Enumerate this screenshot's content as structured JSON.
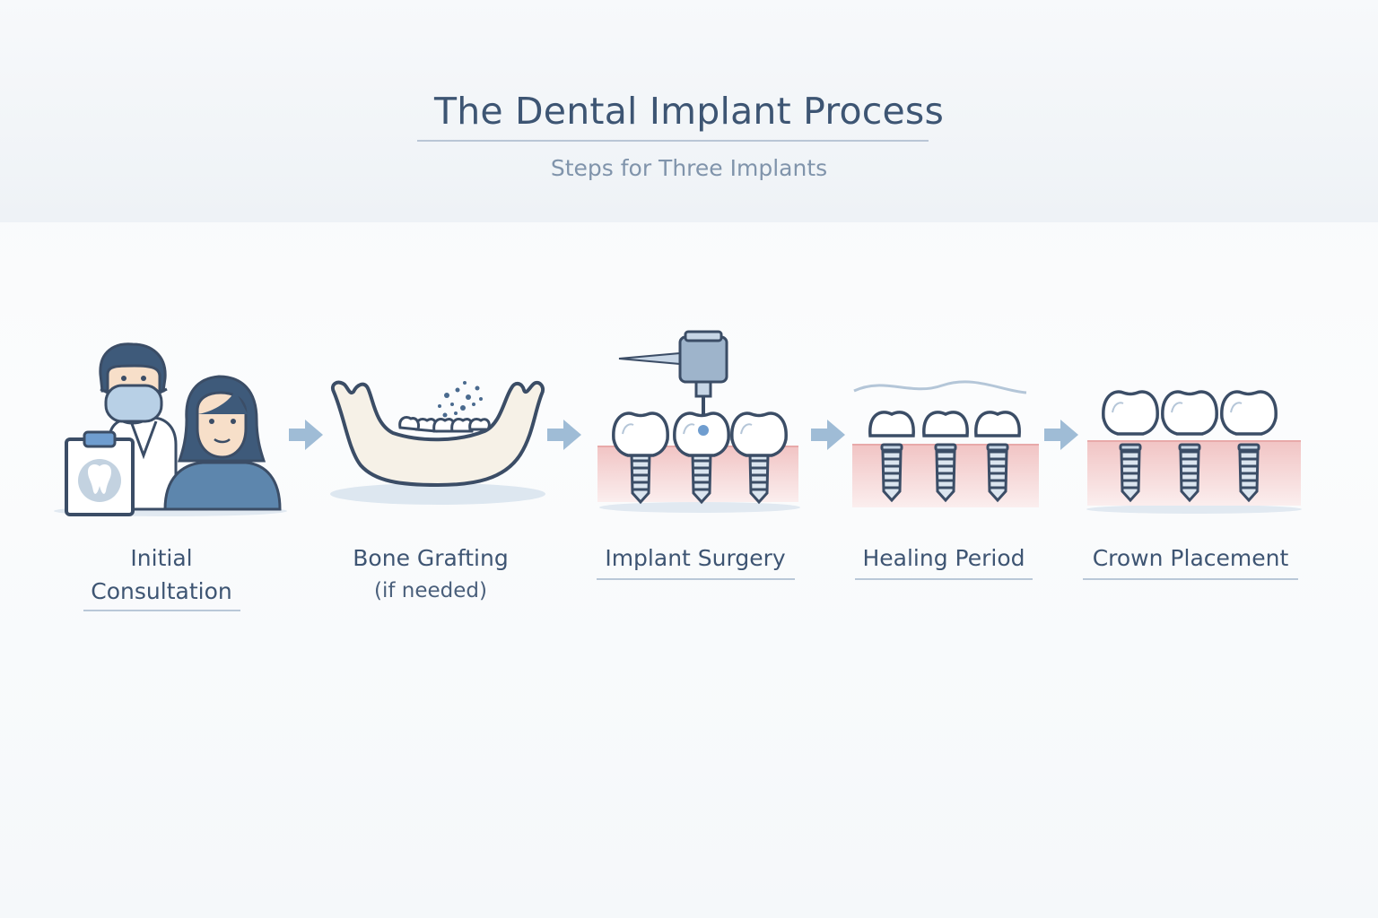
{
  "title": "The Dental Implant Process",
  "subtitle": "Steps for Three Implants",
  "steps": [
    {
      "label_line1": "Initial",
      "label_line2": "Consultation",
      "icon": "consultation-icon"
    },
    {
      "label_line1": "Bone Grafting",
      "label_line2": "(if needed)",
      "icon": "bone-graft-jaw-icon"
    },
    {
      "label_line1": "Implant Surgery",
      "icon": "implant-surgery-icon"
    },
    {
      "label_line1": "Healing Period",
      "icon": "healing-implants-icon"
    },
    {
      "label_line1": "Crown Placement",
      "icon": "crown-placement-icon"
    }
  ],
  "colors": {
    "title": "#3d5573",
    "subtitle": "#8094ab",
    "outline": "#3b4d66",
    "arrow": "#9fbcd6",
    "gum": "#f2c9c9",
    "implant": "#c7d6e6",
    "skin": "#f7dfc9",
    "scrubs": "#5d86ad"
  }
}
